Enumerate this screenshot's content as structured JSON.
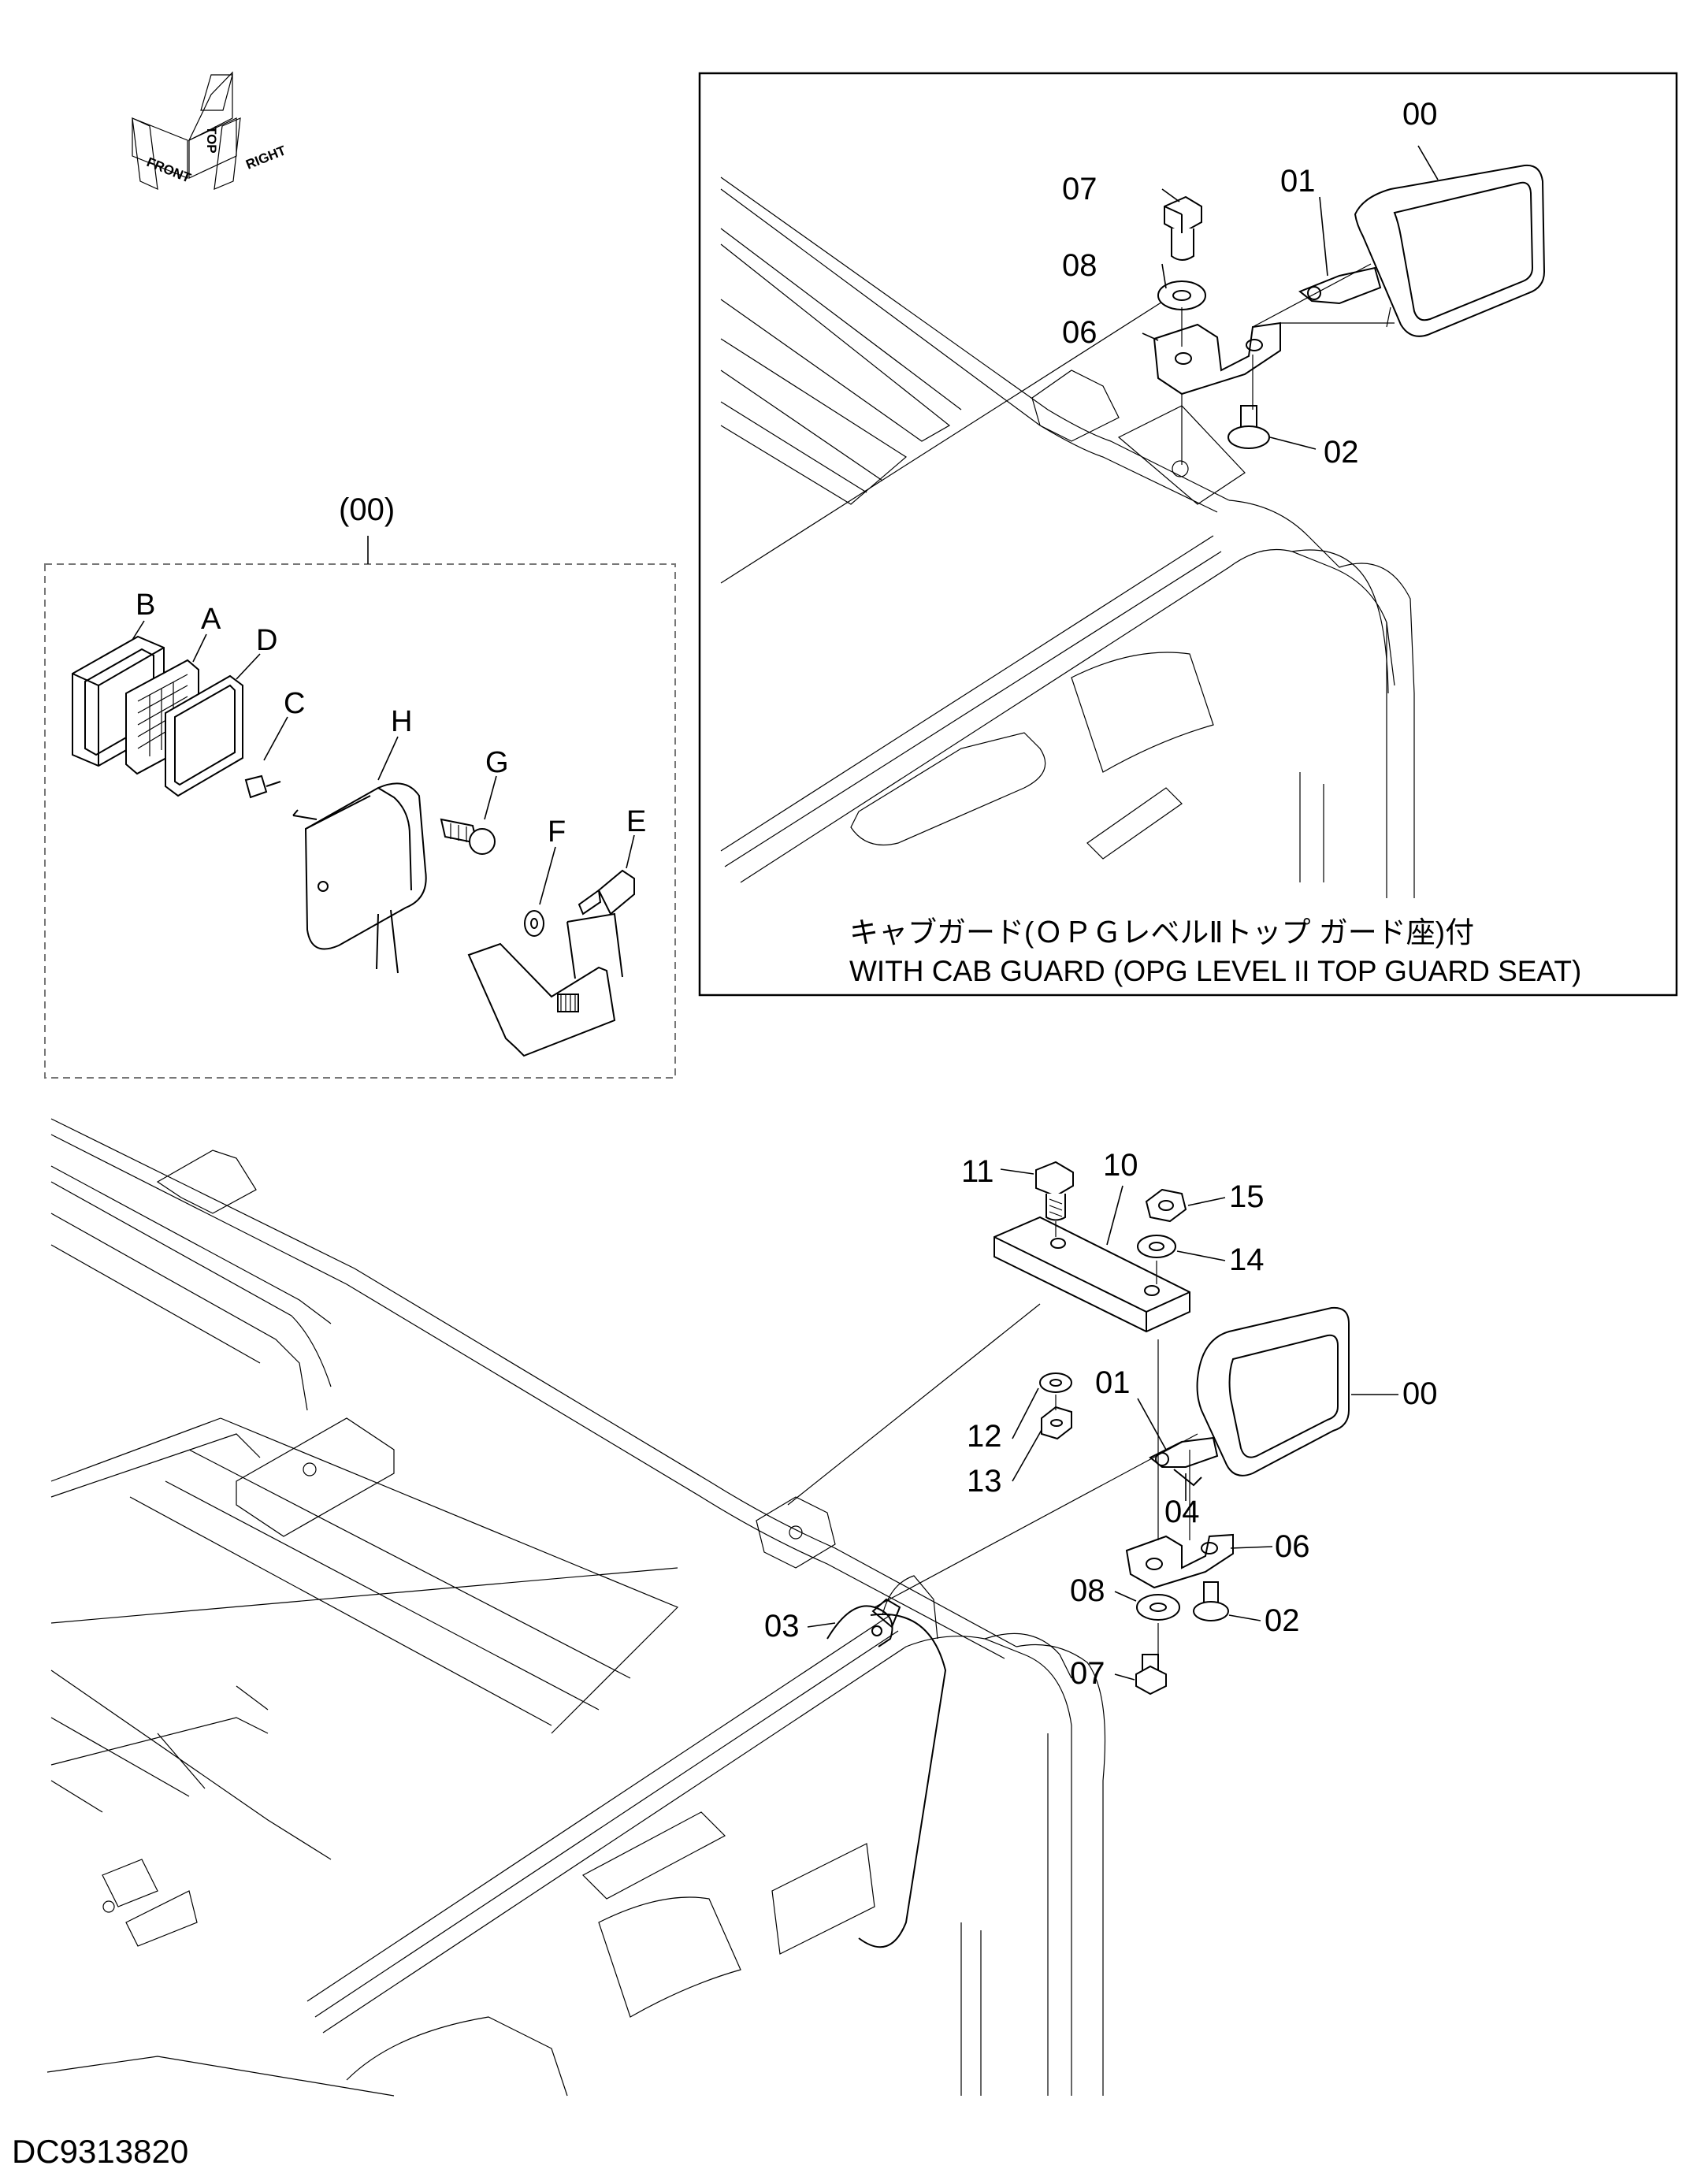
{
  "orientation": {
    "front": "FRONT",
    "top": "TOP",
    "right": "RIGHT"
  },
  "assembly": {
    "label": "(00)",
    "letters": {
      "A": "A",
      "B": "B",
      "C": "C",
      "D": "D",
      "E": "E",
      "F": "F",
      "G": "G",
      "H": "H"
    }
  },
  "inset": {
    "caption_jp": "キャブガード(ＯＰＧレベルⅡトップ ガード座)付",
    "caption_en": "WITH CAB GUARD (OPG LEVEL II TOP GUARD SEAT)",
    "callouts": {
      "c00": "00",
      "c01": "01",
      "c02": "02",
      "c06": "06",
      "c07": "07",
      "c08": "08"
    }
  },
  "main": {
    "callouts": {
      "c00": "00",
      "c01": "01",
      "c02": "02",
      "c03": "03",
      "c04": "04",
      "c06": "06",
      "c07": "07",
      "c08": "08",
      "c10": "10",
      "c11": "11",
      "c12": "12",
      "c13": "13",
      "c14": "14",
      "c15": "15"
    }
  },
  "drawing_number": "DC9313820"
}
